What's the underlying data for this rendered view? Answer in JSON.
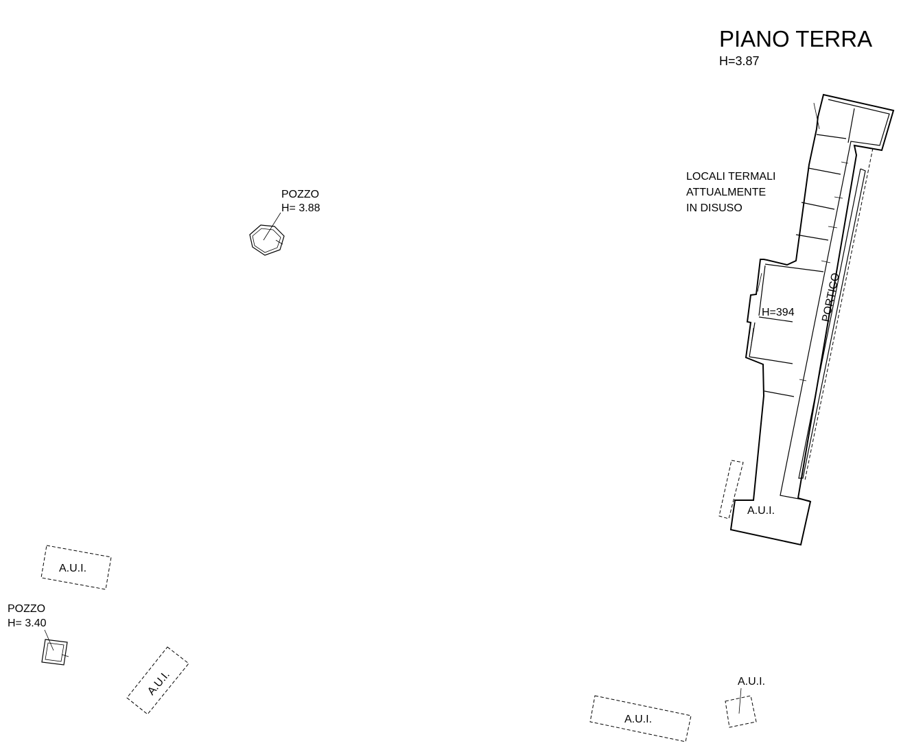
{
  "title": {
    "main": "PIANO TERRA",
    "height": "H=3.87"
  },
  "wells": [
    {
      "label": "POZZO",
      "height": "H= 3.88"
    },
    {
      "label": "POZZO",
      "height": "H= 3.40"
    }
  ],
  "building": {
    "note_lines": [
      "LOCALI TERMALI",
      "ATTUALMENTE",
      "IN DISUSO"
    ],
    "portico": "PORTICO",
    "room_height": "H=394"
  },
  "aui_label": "A.U.I.",
  "colors": {
    "line": "#000000",
    "background": "#ffffff"
  }
}
